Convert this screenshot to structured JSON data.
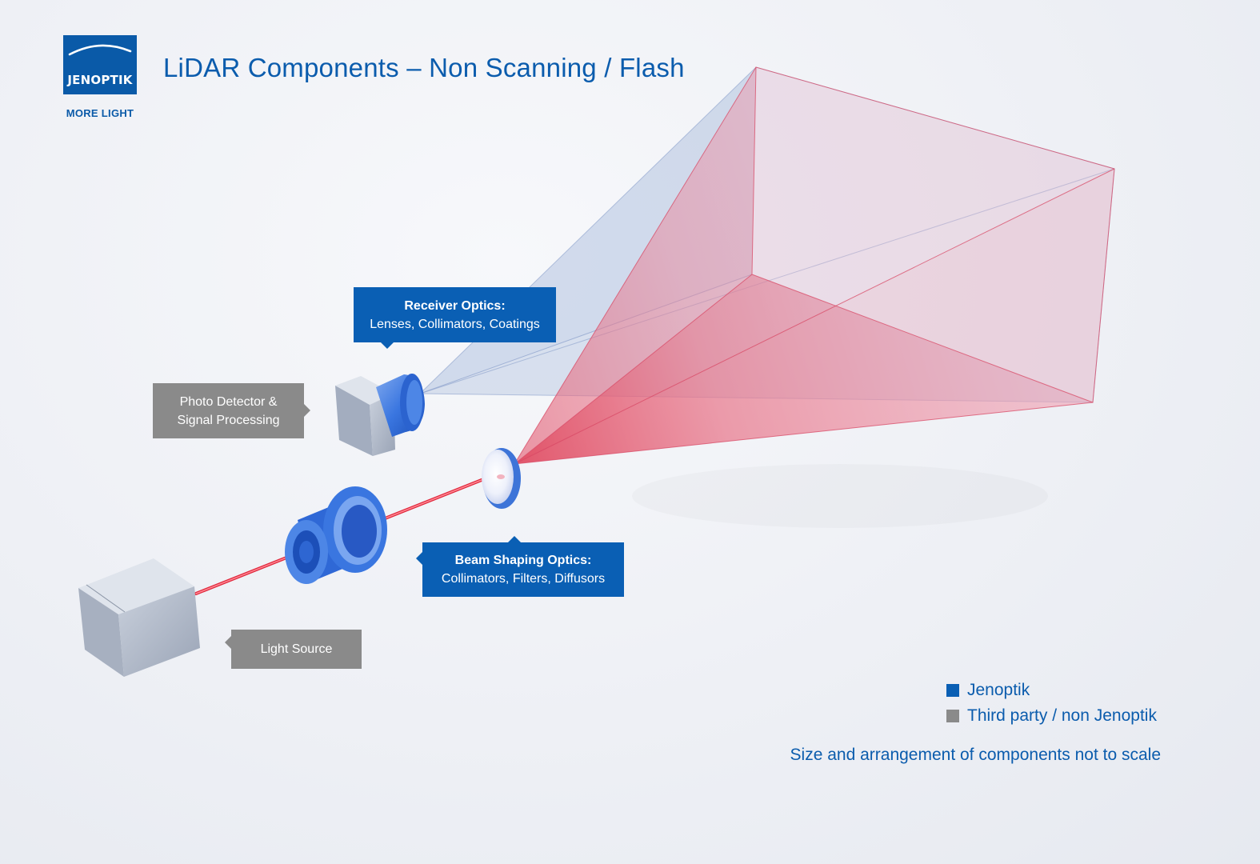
{
  "header": {
    "title": "LiDAR Components – Non Scanning / Flash",
    "logo": {
      "wordmark": "JENOPTIK",
      "tagline": "MORE LIGHT",
      "color": "#0a5aa8"
    }
  },
  "callouts": {
    "receiver": {
      "head": "Receiver Optics:",
      "body": "Lenses, Collimators, Coatings",
      "category": "jenoptik"
    },
    "beam": {
      "head": "Beam Shaping Optics:",
      "body": "Collimators, Filters, Diffusors",
      "category": "jenoptik"
    },
    "photo": {
      "line1": "Photo Detector &",
      "line2": "Signal Processing",
      "category": "third_party"
    },
    "light": {
      "label": "Light Source",
      "category": "third_party"
    }
  },
  "legend": {
    "items": [
      {
        "label": "Jenoptik",
        "color": "#0a5fb4"
      },
      {
        "label": "Third party / non Jenoptik",
        "color": "#8a8a8a"
      }
    ]
  },
  "note": "Size and arrangement of components not to scale",
  "colors": {
    "brand_blue": "#0a5fb4",
    "third_party_gray": "#8a8a8a",
    "laser_red": "#e0283c",
    "receiver_field": "#9fb2d8"
  }
}
